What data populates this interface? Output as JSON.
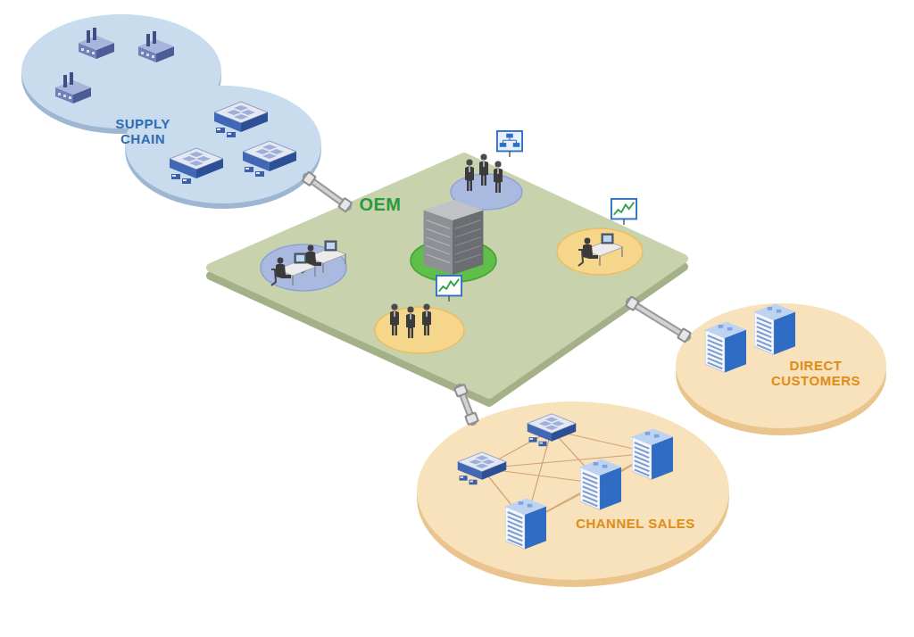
{
  "diagram": {
    "nodes": [
      {
        "text": [
          "SUPPLY CHAIN"
        ]
      },
      {
        "text": [
          "OEM"
        ]
      },
      {
        "text": [
          "DIRECT CUSTOMERS"
        ]
      },
      {
        "text": [
          "CHANNEL SALES"
        ]
      }
    ],
    "edges": [
      {
        "from": 0,
        "to": 1,
        "arrow": "none"
      },
      {
        "from": 1,
        "to": 2,
        "arrow": "none"
      },
      {
        "from": 1,
        "to": 3,
        "arrow": "none"
      }
    ]
  }
}
